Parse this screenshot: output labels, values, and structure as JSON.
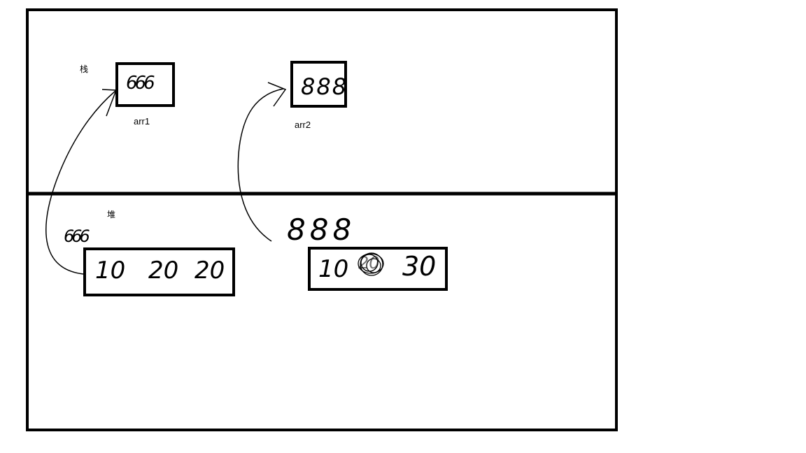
{
  "stack": {
    "label": "栈",
    "vars": [
      {
        "name": "arr1",
        "value": "666"
      },
      {
        "name": "arr2",
        "value": "888"
      }
    ]
  },
  "heap": {
    "label": "堆",
    "arrays": [
      {
        "address": "666",
        "values": [
          "10",
          "20",
          "20"
        ]
      },
      {
        "address": "888",
        "values": [
          "10",
          "20",
          "30"
        ]
      }
    ]
  }
}
